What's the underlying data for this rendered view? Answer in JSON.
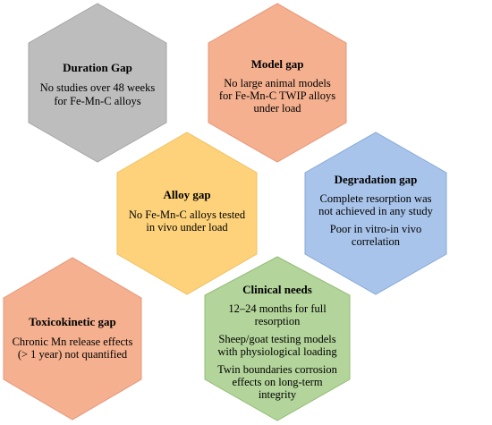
{
  "hexagons": [
    {
      "id": "duration",
      "title": "Duration Gap",
      "lines": [
        "No studies over 48 weeks",
        "for Fe-Mn-C alloys"
      ],
      "fill": "#bdbdbd",
      "stroke": "#a6a6a6"
    },
    {
      "id": "model",
      "title": "Model gap",
      "lines": [
        "No large animal models",
        "for Fe-Mn-C TWIP alloys",
        "under load"
      ],
      "fill": "#f4b08f",
      "stroke": "#e8977a"
    },
    {
      "id": "alloy",
      "title": "Alloy gap",
      "lines": [
        "No Fe-Mn-C alloys tested",
        "in vivo under load"
      ],
      "fill": "#fdd27a",
      "stroke": "#f2c060"
    },
    {
      "id": "degradation",
      "title": "Degradation gap",
      "lines": [
        "Complete resorption was",
        "not achieved in any study",
        "",
        "Poor in vitro-in vivo",
        "correlation"
      ],
      "fill": "#a9c4ea",
      "stroke": "#86a9d9"
    },
    {
      "id": "toxicokinetic",
      "title": "Toxicokinetic gap",
      "lines": [
        "Chronic Mn release effects",
        "(> 1 year) not quantified"
      ],
      "fill": "#f4b08f",
      "stroke": "#e8977a"
    },
    {
      "id": "clinical",
      "title": "Clinical needs",
      "lines": [
        "12–24 months for full",
        "resorption",
        "",
        "Sheep/goat testing models",
        "with physiological loading",
        "",
        "Twin boundaries corrosion",
        "effects on long-term",
        "integrity"
      ],
      "fill": "#b3d49a",
      "stroke": "#94bd76"
    }
  ]
}
